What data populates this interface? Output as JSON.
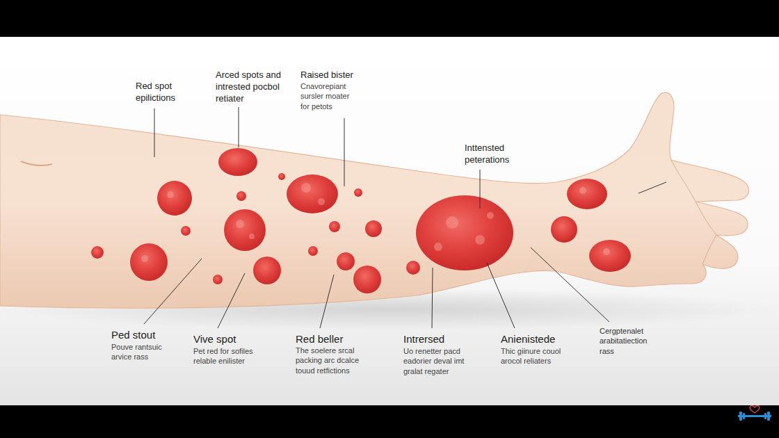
{
  "diagram": {
    "labels": [
      "Red spot epilictions",
      "Arced spots and intrested pocbol retiater",
      "Raised bister",
      "Cnavorepiant sursler moater for petots",
      "Inttensted peterations",
      "Ped stout",
      "Pouve rantsuic arvice rass",
      "Vive spot",
      "Pet red for sofiles relable enilister",
      "Red beller",
      "The soelere srcal packing arc dcalce touud retfictions",
      "Intrersed",
      "Uo renetter pacd eadorier deval imt gralat regater",
      "Anienistede",
      "Thic giinure couol arocol reliaters",
      "Cergptenalet arabitatiection rass"
    ]
  }
}
